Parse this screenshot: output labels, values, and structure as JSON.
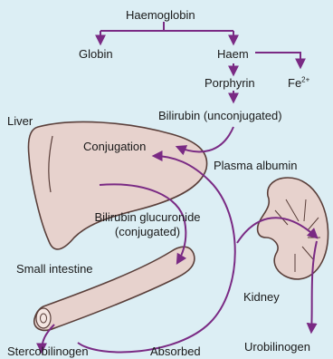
{
  "diagram": {
    "nodes": {
      "haemoglobin": "Haemoglobin",
      "globin": "Globin",
      "haem": "Haem",
      "iron": "Fe",
      "iron_charge": "2+",
      "porphyrin": "Porphyrin",
      "bilirubin_unconjugated": "Bilirubin (unconjugated)",
      "liver": "Liver",
      "conjugation": "Conjugation",
      "plasma_albumin": "Plasma albumin",
      "bilirubin_glucuronide": "Bilirubin glucuronide",
      "conjugated": "(conjugated)",
      "small_intestine": "Small intestine",
      "kidney": "Kidney",
      "stercobilinogen": "Stercobilinogen",
      "absorbed": "Absorbed",
      "urobilinogen": "Urobilinogen"
    },
    "colors": {
      "background": "#dceef4",
      "arrow": "#7a2a84",
      "organ_fill": "#e7d2cd",
      "organ_stroke": "#5a3f3a",
      "text": "#1a1a1a"
    }
  }
}
